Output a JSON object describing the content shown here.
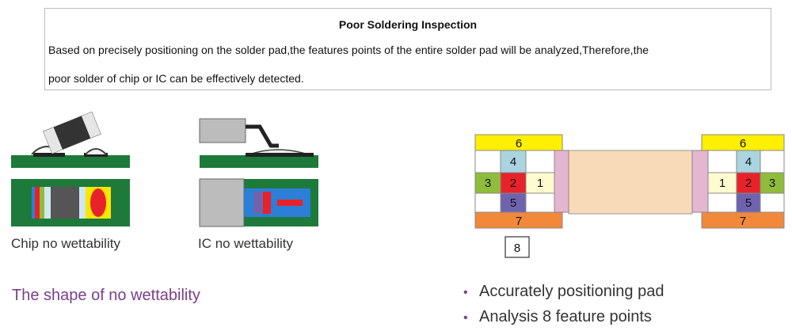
{
  "header": {
    "title": "Poor Soldering Inspection",
    "line1": "Based on precisely positioning on the solder pad,the features points of the entire solder pad will be analyzed,Therefore,the",
    "line2": "poor solder of chip or IC can be effectively detected."
  },
  "captions": {
    "chip": "Chip no wettability",
    "ic": "IC no wettability",
    "shape": "The shape of no wettability"
  },
  "pad_diagram": {
    "labels": {
      "top": "6",
      "upper": "4",
      "left_outer": "3",
      "center": "2",
      "inner": "1",
      "lower": "5",
      "bottom": "7",
      "right_outer": "3",
      "legend_box": "8"
    }
  },
  "bullets": [
    "Accurately positioning pad",
    "Analysis 8 feature points"
  ],
  "colors": {
    "board_green": "#1e7a3a",
    "chip_gray": "#9a9a9a",
    "yellow": "#ffef00",
    "light_blue": "#a9d4e0",
    "green": "#8fbc3a",
    "red": "#e8222a",
    "light_yellow": "#fffbd0",
    "purple": "#6f63b0",
    "orange": "#f2893a",
    "pink": "#e4b6cf",
    "peach": "#f8d9b8",
    "accent_purple": "#7a3e8c"
  }
}
